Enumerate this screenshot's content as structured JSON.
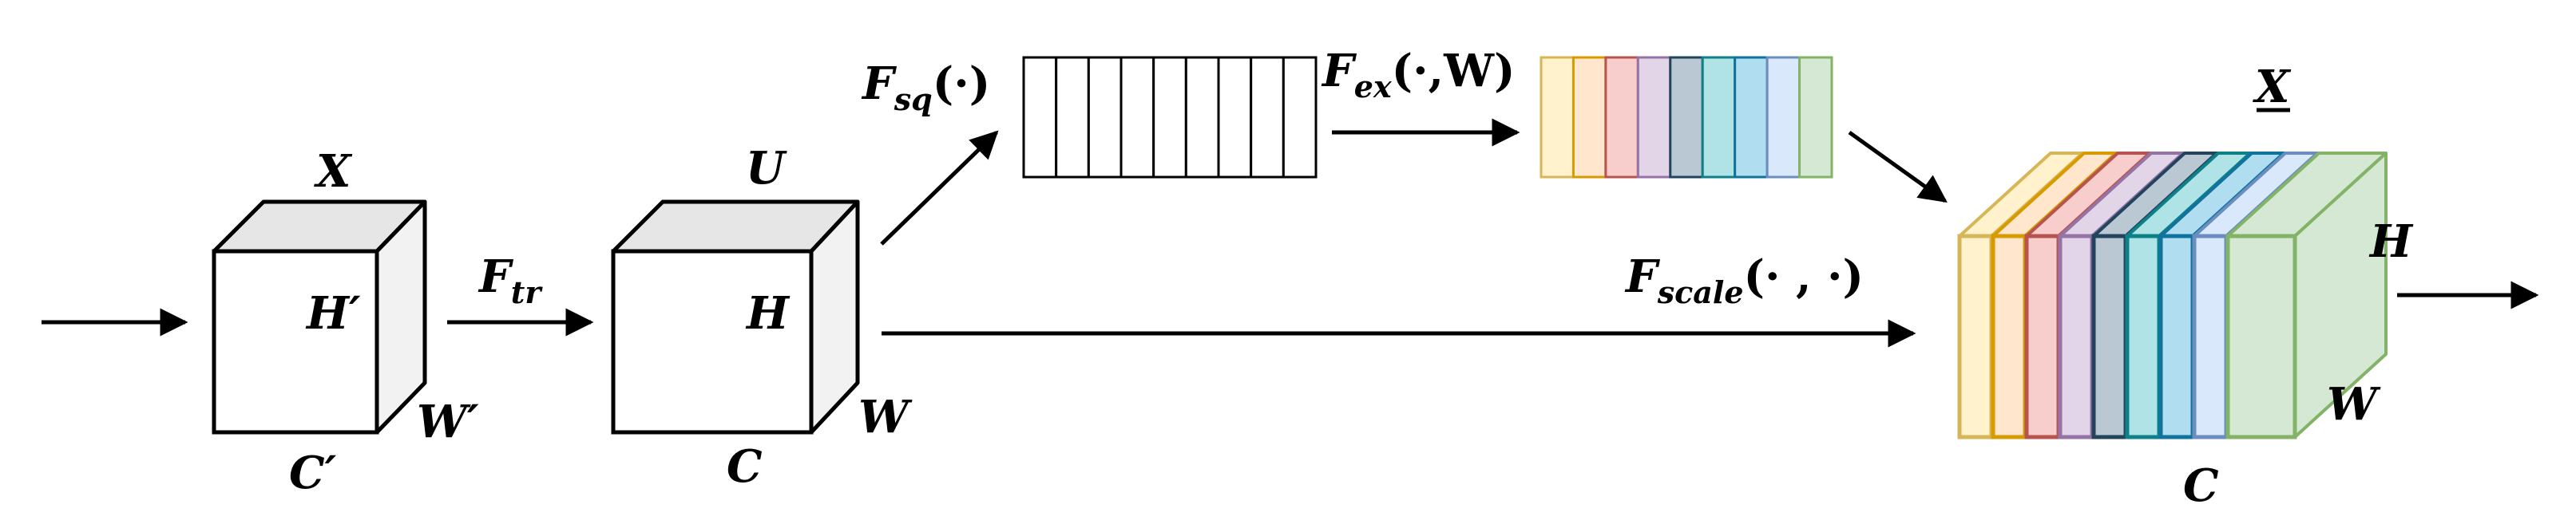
{
  "blocks": {
    "input": {
      "top": "X",
      "right": "H′",
      "depth": "W′",
      "bottom": "C′"
    },
    "transformed": {
      "top": "U",
      "right": "H",
      "depth": "W",
      "bottom": "C"
    },
    "output": {
      "top": "X",
      "side": "H",
      "depth": "W",
      "bottom": "C"
    }
  },
  "operations": {
    "transform": {
      "base": "F",
      "sub": "tr"
    },
    "squeeze": {
      "base": "F",
      "sub": "sq",
      "args": "(·)"
    },
    "excitation": {
      "base": "F",
      "sub": "ex",
      "args": "(·,W)"
    },
    "scale": {
      "base": "F",
      "sub": "scale",
      "args": "(· , ·)"
    }
  },
  "channel_colors": [
    {
      "fill": "#fff2cc",
      "stroke": "#d6b656"
    },
    {
      "fill": "#ffe6cc",
      "stroke": "#d79b00"
    },
    {
      "fill": "#f8cecc",
      "stroke": "#b85450"
    },
    {
      "fill": "#e1d5e7",
      "stroke": "#9673a6"
    },
    {
      "fill": "#bac8d3",
      "stroke": "#23445d"
    },
    {
      "fill": "#b0e3e6",
      "stroke": "#0e8088"
    },
    {
      "fill": "#b1ddf0",
      "stroke": "#10739e"
    },
    {
      "fill": "#dae8fc",
      "stroke": "#6c8ebf"
    },
    {
      "fill": "#d5e8d4",
      "stroke": "#82b366"
    }
  ]
}
